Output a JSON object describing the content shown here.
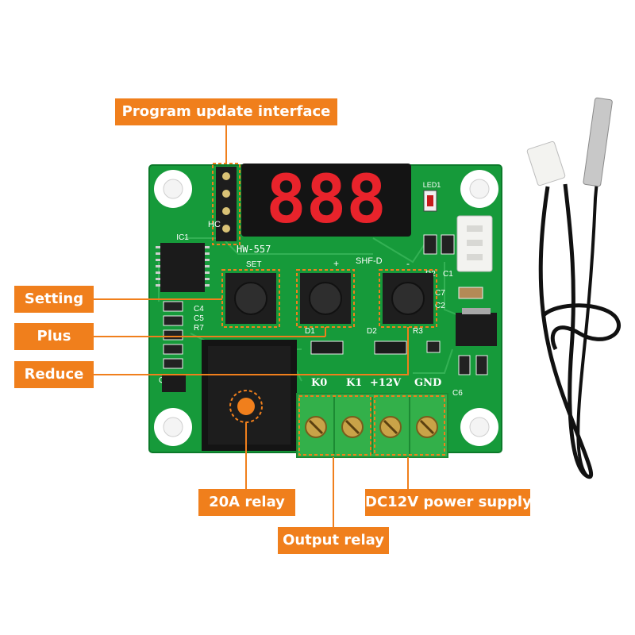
{
  "callouts": {
    "program_update": "Program update interface",
    "setting": "Setting",
    "plus": "Plus",
    "reduce": "Reduce",
    "relay_20a": "20A relay",
    "power_supply": "DC12V power supply",
    "output_relay": "Output relay"
  },
  "board": {
    "model": "HW-557",
    "set": "SET",
    "plus_sign": "+",
    "minus_sign": "-",
    "shf": "SHF-D",
    "hc": "HC",
    "ic1": "IC1",
    "led1": "LED1",
    "display": "888",
    "terminals": [
      "K0",
      "K1",
      "+12V",
      "GND"
    ],
    "components": [
      "C4",
      "C5",
      "R7",
      "D1",
      "D2",
      "R3",
      "R2",
      "C1",
      "C7",
      "C6",
      "Q1",
      "C2"
    ]
  },
  "colors": {
    "accent": "#f07f1c",
    "pcb": "#169a3a",
    "terminal": "#33b04a",
    "display_segment": "#e8232b"
  }
}
